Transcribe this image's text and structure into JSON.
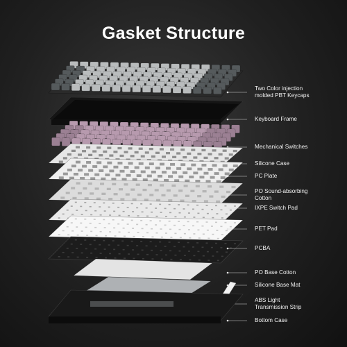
{
  "title": "Gasket Structure",
  "layers": [
    {
      "label": "Two Color injection\nmolded PBT Keycaps",
      "kind": "keycaps",
      "color": "#b9bcbd"
    },
    {
      "label": "Keyboard Frame",
      "kind": "frame",
      "color": "#151515"
    },
    {
      "label": "Mechanical Switches",
      "kind": "switches",
      "color": "#b79aae"
    },
    {
      "label": "Silicone Case",
      "kind": "silicone-case",
      "color": "#e6e6e6"
    },
    {
      "label": "PC Plate",
      "kind": "pc-plate",
      "color": "#efefef"
    },
    {
      "label": "PO Sound-absorbing\nCotton",
      "kind": "po-cotton",
      "color": "#dcdcdc"
    },
    {
      "label": "IXPE Switch Pad",
      "kind": "ixpe-pad",
      "color": "#e9e9e9"
    },
    {
      "label": "PET Pad",
      "kind": "pet-pad",
      "color": "#f7f7f7"
    },
    {
      "label": "PCBA",
      "kind": "pcba",
      "color": "#1c1c1c"
    },
    {
      "label": "PO Base Cotton",
      "kind": "base-cotton",
      "color": "#e4e4e4"
    },
    {
      "label": "Silicone Base Mat",
      "kind": "base-mat",
      "color": "#aeb1b4"
    },
    {
      "label": "ABS Light\nTransmission Strip",
      "kind": "light-strip",
      "color": "#f2f2f2"
    },
    {
      "label": "Bottom Case",
      "kind": "bottom-case",
      "color": "#191919"
    }
  ]
}
